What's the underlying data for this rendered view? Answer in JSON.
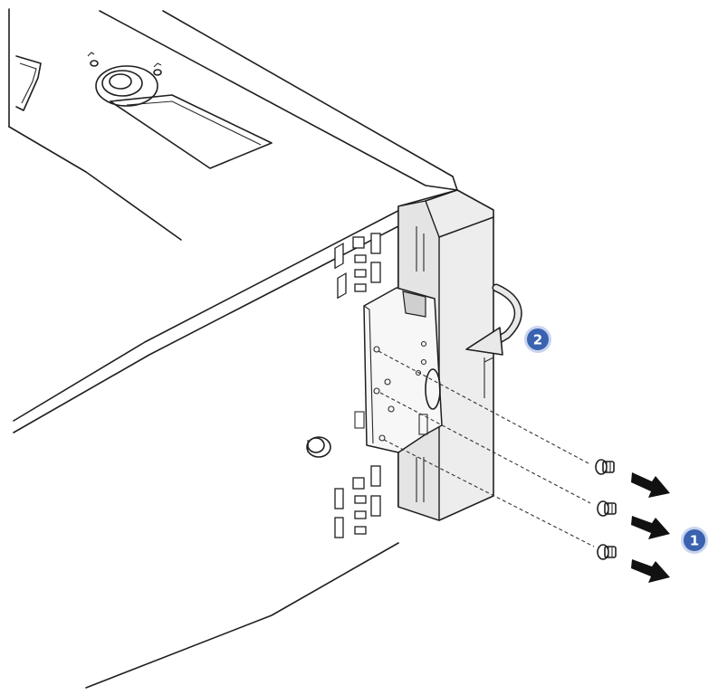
{
  "callouts": [
    {
      "id": "step-1",
      "label": "1"
    },
    {
      "id": "step-2",
      "label": "2"
    }
  ],
  "colors": {
    "callout_fill": "#3a62b0",
    "callout_ring": "#c9d4ee",
    "arrow": "#111111",
    "line": "#1f1f1f",
    "background": "#ffffff"
  },
  "icons": [
    "lock-icon",
    "screw-icon",
    "removal-arrow-icon",
    "rotate-arrow-icon"
  ]
}
